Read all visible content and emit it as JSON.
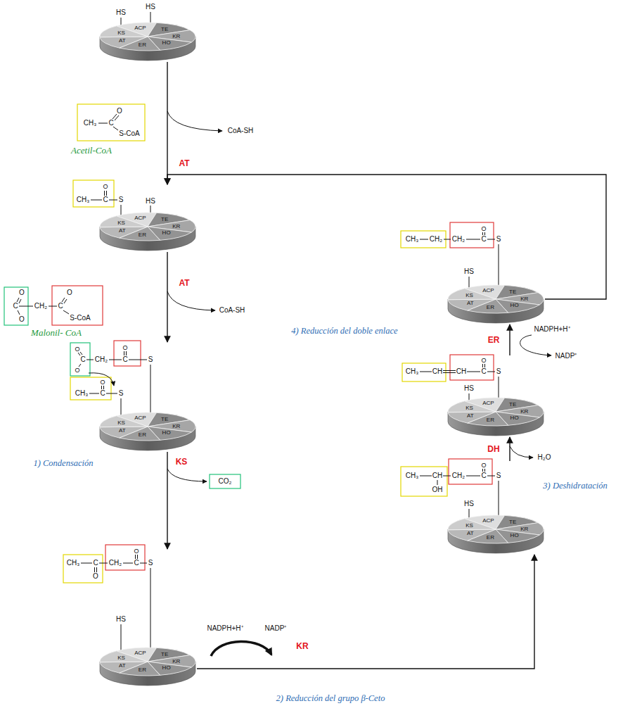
{
  "diagram": {
    "nodes": [
      {
        "text": [
          "ACP",
          "TE",
          "KR",
          "HO",
          "ER",
          "AT",
          "KS"
        ]
      },
      {
        "text": [
          "ACP",
          "TE",
          "KR",
          "HO",
          "ER",
          "AT",
          "KS"
        ]
      },
      {
        "text": [
          "ACP",
          "TE",
          "KR",
          "HO",
          "ER",
          "AT",
          "KS"
        ]
      },
      {
        "text": [
          "ACP",
          "TE",
          "KR",
          "HO",
          "ER",
          "AT",
          "KS"
        ]
      },
      {
        "text": [
          "ACP",
          "TE",
          "KR",
          "HO",
          "ER",
          "AT",
          "KS"
        ]
      },
      {
        "text": [
          "ACP",
          "TE",
          "KR",
          "HO",
          "ER",
          "AT",
          "KS"
        ]
      },
      {
        "text": [
          "ACP",
          "TE",
          "KR",
          "HO",
          "ER",
          "AT",
          "KS"
        ]
      }
    ],
    "edges": [
      {
        "from": 0,
        "to": 1,
        "arrow": "to",
        "label": "AT"
      },
      {
        "from": 1,
        "to": 2,
        "arrow": "to",
        "label": "AT"
      },
      {
        "from": 2,
        "to": 3,
        "arrow": "to",
        "label": "KS"
      },
      {
        "from": 3,
        "to": 4,
        "arrow": "to",
        "label": "KR"
      },
      {
        "from": 4,
        "to": 5,
        "arrow": "to",
        "label": "DH"
      },
      {
        "from": 5,
        "to": 6,
        "arrow": "to",
        "label": "ER"
      },
      {
        "from": 6,
        "to": 1,
        "arrow": "to"
      }
    ],
    "labels": [
      "HS",
      "HS",
      "CH₃",
      "C",
      "O",
      "S-CoA",
      "Acetil-CoA",
      "CoA-SH",
      "O",
      "CH₃",
      "C",
      "S",
      "HS",
      "O",
      "C",
      "O",
      "CH₂",
      "C",
      "O",
      "S-CoA",
      "Malonil- CoA",
      "CoA-SH",
      "O",
      "C",
      "O",
      "CH₂",
      "C",
      "O",
      "S",
      "O",
      "CH₃",
      "C",
      "S",
      "1) Condensación",
      "CO₂",
      "HS",
      "CH₃",
      "C",
      "O",
      "CH₂",
      "C",
      "O",
      "S",
      "NADPH+H⁺",
      "NADP⁺",
      "2) Reducción del grupo β-Ceto",
      "CH₃",
      "CH",
      "OH",
      "CH₂",
      "C",
      "O",
      "S",
      "HS",
      "H₂O",
      "3) Deshidratación",
      "CH₃",
      "CH",
      "CH",
      "C",
      "O",
      "S",
      "HS",
      "NADPH+H⁺",
      "NADP⁺",
      "4) Reducción del doble enlace",
      "CH₃",
      "CH₂",
      "CH₂",
      "C",
      "O",
      "S",
      "HS"
    ]
  }
}
